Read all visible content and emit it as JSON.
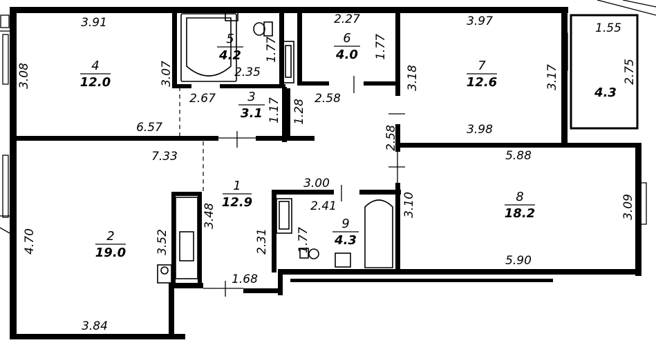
{
  "rooms": [
    {
      "id": "room-1",
      "number": "1",
      "area": "12.9"
    },
    {
      "id": "room-2",
      "number": "2",
      "area": "19.0"
    },
    {
      "id": "room-3",
      "number": "3",
      "area": "3.1"
    },
    {
      "id": "room-4",
      "number": "4",
      "area": "12.0"
    },
    {
      "id": "room-5",
      "number": "5",
      "area": "4.2"
    },
    {
      "id": "room-6",
      "number": "6",
      "area": "4.0"
    },
    {
      "id": "room-7",
      "number": "7",
      "area": "12.6"
    },
    {
      "id": "room-8",
      "number": "8",
      "area": "18.2"
    },
    {
      "id": "room-9",
      "number": "9",
      "area": "4.3"
    },
    {
      "id": "balcony",
      "number": "",
      "area": "4.3"
    }
  ],
  "dimensions": [
    "3.91",
    "3.08",
    "3.07",
    "6.57",
    "2.35",
    "1.77",
    "2.67",
    "1.17",
    "1.28",
    "2.58",
    "2.27",
    "1.77",
    "3.97",
    "3.18",
    "3.17",
    "3.98",
    "1.55",
    "2.75",
    "7.33",
    "3.48",
    "2.58",
    "5.88",
    "3.00",
    "2.41",
    "3.10",
    "3.09",
    "1.77",
    "2.31",
    "4.70",
    "3.52",
    "1.68",
    "3.84",
    "5.90"
  ]
}
